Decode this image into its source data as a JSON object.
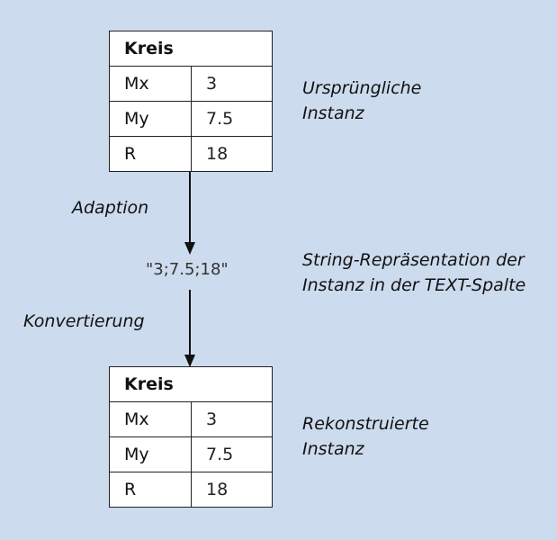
{
  "original_instance": {
    "title": "Kreis",
    "rows": [
      {
        "key": "Mx",
        "value": "3"
      },
      {
        "key": "My",
        "value": "7.5"
      },
      {
        "key": "R",
        "value": "18"
      }
    ],
    "note": [
      "Ursprüngliche",
      "Instanz"
    ]
  },
  "adaption_label": "Adaption",
  "string_value": "\"3;7.5;18\"",
  "string_note": [
    "String-Repräsentation der",
    "Instanz in der TEXT-Spalte"
  ],
  "konvertierung_label": "Konvertierung",
  "reconstructed_instance": {
    "title": "Kreis",
    "rows": [
      {
        "key": "Mx",
        "value": "3"
      },
      {
        "key": "My",
        "value": "7.5"
      },
      {
        "key": "R",
        "value": "18"
      }
    ],
    "note": [
      "Rekonstruierte",
      "Instanz"
    ]
  },
  "colors": {
    "background": "#ccdbee",
    "box": "#ffffff",
    "line": "#111111"
  }
}
